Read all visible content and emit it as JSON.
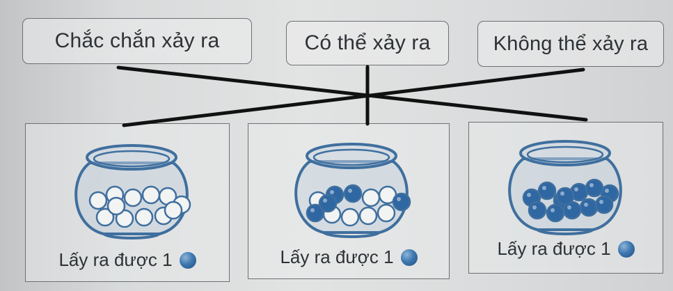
{
  "labels": {
    "certain": "Chắc chắn xảy ra",
    "possible": "Có thể xảy ra",
    "impossible": "Không thể xảy ra"
  },
  "jars": [
    {
      "caption": "Lấy ra được 1",
      "ball_mix": "all white"
    },
    {
      "caption": "Lấy ra được 1",
      "ball_mix": "blue and white"
    },
    {
      "caption": "Lấy ra được 1",
      "ball_mix": "all blue"
    }
  ],
  "caption_ball_color": "blue",
  "connections": [
    {
      "label": "certain",
      "jar": 3
    },
    {
      "label": "possible",
      "jar": 2
    },
    {
      "label": "impossible",
      "jar": 1
    }
  ],
  "colors": {
    "blue_ball": "#2f67a3",
    "white_ball": "#f2f3f3",
    "ink": "#2e3236",
    "line": "#111111"
  },
  "icons": {
    "caption_ball": "blue-ball-icon"
  }
}
